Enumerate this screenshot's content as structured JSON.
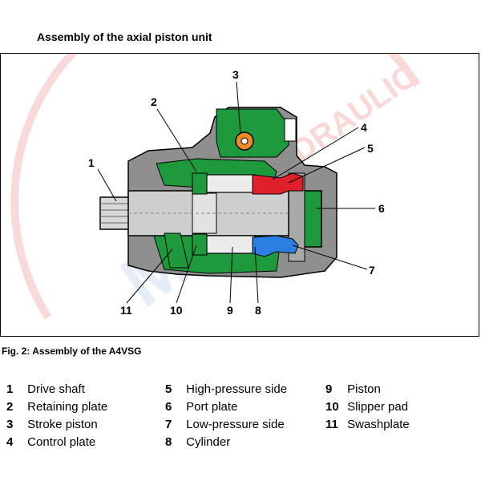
{
  "header": {
    "title": "Assembly of the axial piston unit"
  },
  "figure": {
    "caption": "Fig. 2: Assembly of the A4VSG",
    "callouts": [
      "1",
      "2",
      "3",
      "4",
      "5",
      "6",
      "7",
      "8",
      "9",
      "10",
      "11"
    ],
    "colors": {
      "green": "#1e9a3c",
      "grey": "#9a9a9a",
      "red": "#e0202a",
      "blue": "#2a7fe0",
      "orange": "#f08a24"
    }
  },
  "legend": {
    "col1": [
      {
        "num": "1",
        "label": "Drive shaft"
      },
      {
        "num": "2",
        "label": "Retaining plate"
      },
      {
        "num": "3",
        "label": "Stroke piston"
      },
      {
        "num": "4",
        "label": "Control plate"
      }
    ],
    "col2": [
      {
        "num": "5",
        "label": "High-pressure side"
      },
      {
        "num": "6",
        "label": "Port plate"
      },
      {
        "num": "7",
        "label": "Low-pressure side"
      },
      {
        "num": "8",
        "label": "Cylinder"
      }
    ],
    "col3": [
      {
        "num": "9",
        "label": "Piston"
      },
      {
        "num": "10",
        "label": "Slipper pad"
      },
      {
        "num": "11",
        "label": "Swashplate"
      }
    ]
  }
}
